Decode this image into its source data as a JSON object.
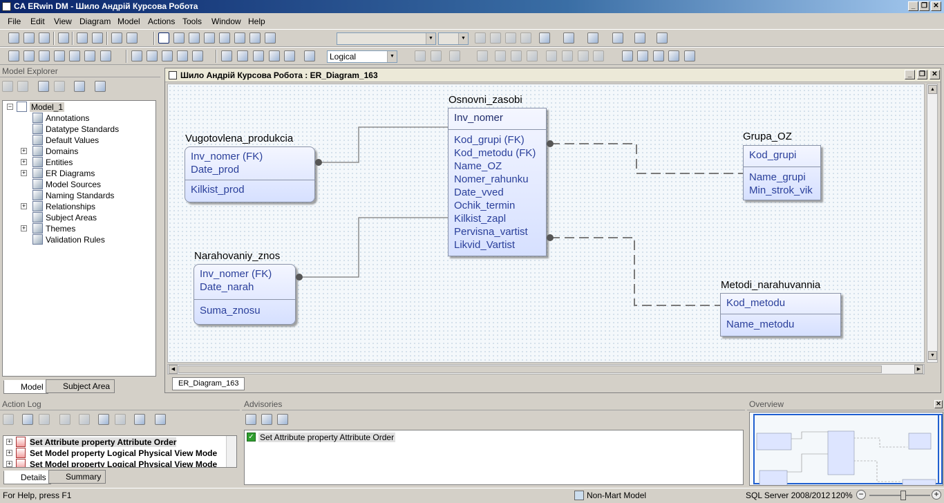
{
  "window": {
    "title": "CA ERwin DM - Шило Андрій Курсова Робота"
  },
  "menu": [
    "File",
    "Edit",
    "View",
    "Diagram",
    "Model",
    "Actions",
    "Tools",
    "Window",
    "Help"
  ],
  "toolbar": {
    "view_mode": "Logical"
  },
  "explorer": {
    "title": "Model Explorer",
    "root": "Model_1",
    "items": [
      "Annotations",
      "Datatype Standards",
      "Default Values",
      "Domains",
      "Entities",
      "ER Diagrams",
      "Model Sources",
      "Naming Standards",
      "Relationships",
      "Subject Areas",
      "Themes",
      "Validation Rules"
    ],
    "tabs": [
      "Model",
      "Subject Area"
    ]
  },
  "diagram": {
    "title": "Шило Андрій Курсова Робота : ER_Diagram_163",
    "tab": "ER_Diagram_163",
    "entities": [
      {
        "name": "Vugotovlena_produkcia",
        "keys": [
          "Inv_nomer (FK)",
          "Date_prod"
        ],
        "attrs": [
          "Kilkist_prod"
        ]
      },
      {
        "name": "Osnovni_zasobi",
        "keys": [
          "Inv_nomer"
        ],
        "attrs": [
          "Kod_grupi (FK)",
          "Kod_metodu (FK)",
          "Name_OZ",
          "Nomer_rahunku",
          "Date_vved",
          "Ochik_termin",
          "Kilkist_zapl",
          "Pervisna_vartist",
          "Likvid_Vartist"
        ]
      },
      {
        "name": "Grupa_OZ",
        "keys": [
          "Kod_grupi"
        ],
        "attrs": [
          "Name_grupi",
          "Min_strok_vik"
        ]
      },
      {
        "name": "Narahovaniy_znos",
        "keys": [
          "Inv_nomer (FK)",
          "Date_narah"
        ],
        "attrs": [
          "Suma_znosu"
        ]
      },
      {
        "name": "Metodi_narahuvannia",
        "keys": [
          "Kod_metodu"
        ],
        "attrs": [
          "Name_metodu"
        ]
      }
    ]
  },
  "action_log": {
    "title": "Action Log",
    "entries": [
      "Set Attribute property Attribute Order",
      "Set Model property Logical Physical View Mode",
      "Set Model property Logical Physical View Mode"
    ],
    "tabs": [
      "Details",
      "Summary"
    ]
  },
  "advisories": {
    "title": "Advisories",
    "entries": [
      "Set Attribute property Attribute Order"
    ]
  },
  "overview": {
    "title": "Overview"
  },
  "status": {
    "help": "For Help, press F1",
    "model_type": "Non-Mart Model",
    "target": "SQL Server 2008/2012",
    "zoom": "120%"
  }
}
